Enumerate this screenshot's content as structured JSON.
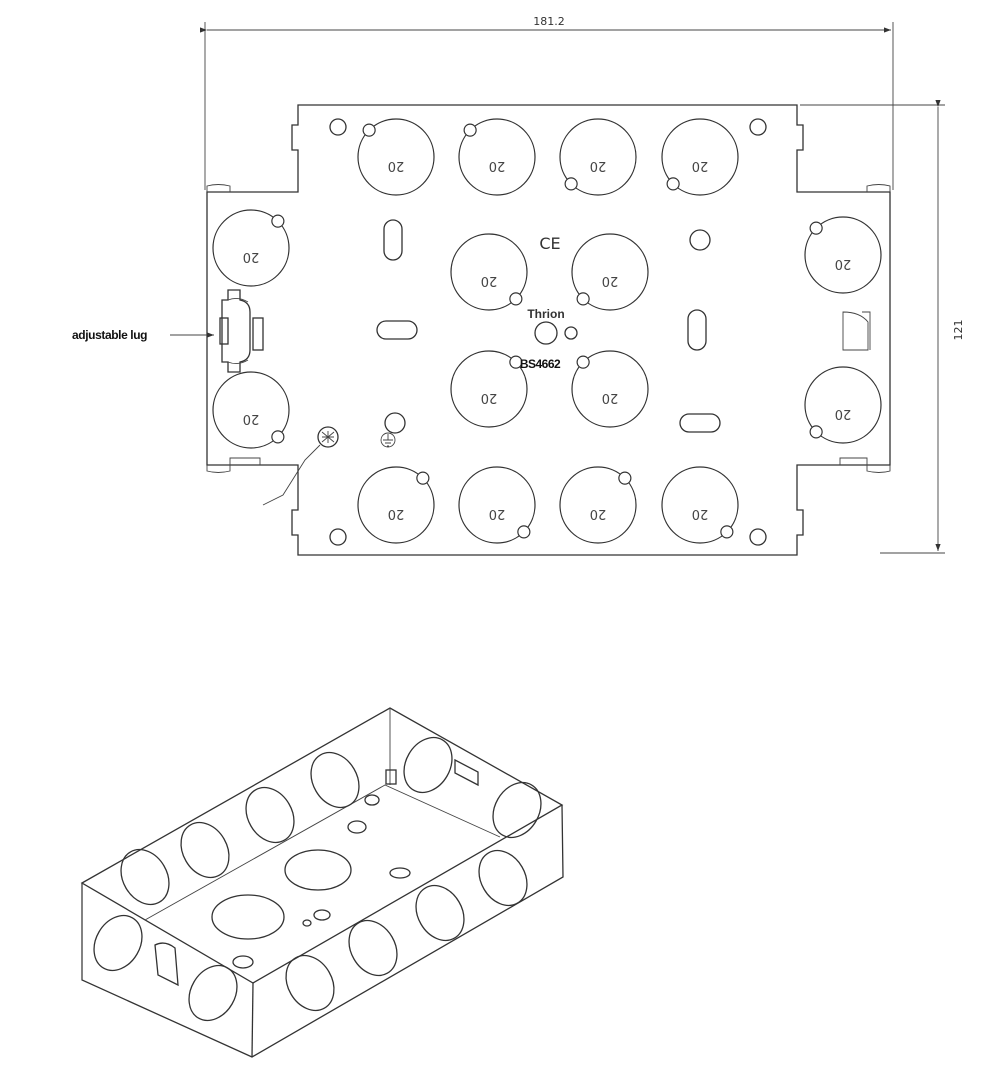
{
  "title": "Double gang metal box drawing",
  "plan_view": {
    "width_dimension": "181.2",
    "height_dimension": "121",
    "callout_label": "adjustable lug",
    "ce_mark": "CE",
    "brand": "Thrion",
    "standard": "BS4662",
    "knockout_label": "20"
  },
  "isometric_view": {
    "description_label": ""
  },
  "colors": {
    "line": "#333333",
    "background": "#ffffff"
  }
}
